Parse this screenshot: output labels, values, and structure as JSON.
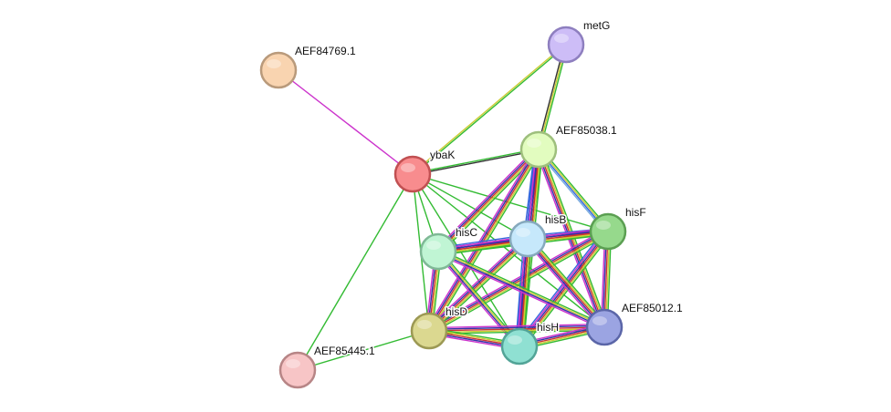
{
  "nodes": [
    {
      "id": "AEF84769.1",
      "label": "AEF84769.1",
      "color": "#f9d4b0",
      "border": "#b99a7b"
    },
    {
      "id": "metG",
      "label": "metG",
      "color": "#cdbdf7",
      "border": "#8e7fbf"
    },
    {
      "id": "ybaK",
      "label": "ybaK",
      "color": "#f88c8e",
      "border": "#c15052"
    },
    {
      "id": "AEF85038.1",
      "label": "AEF85038.1",
      "color": "#e2fcbf",
      "border": "#9ebf7d"
    },
    {
      "id": "hisF",
      "label": "hisF",
      "color": "#96d98c",
      "border": "#5b9f52"
    },
    {
      "id": "hisB",
      "label": "hisB",
      "color": "#c6e8fb",
      "border": "#86a9bd"
    },
    {
      "id": "hisC",
      "label": "hisC",
      "color": "#c0f5d4",
      "border": "#7fb996"
    },
    {
      "id": "AEF85012.1",
      "label": "AEF85012.1",
      "color": "#9ba4e2",
      "border": "#5b66a8"
    },
    {
      "id": "hisD",
      "label": "hisD",
      "color": "#dbd890",
      "border": "#9c9954"
    },
    {
      "id": "hisH",
      "label": "hisH",
      "color": "#8fe0d2",
      "border": "#52a497"
    },
    {
      "id": "AEF85445.1",
      "label": "AEF85445.1",
      "color": "#f7c5c6",
      "border": "#b78586"
    }
  ],
  "edges": [
    {
      "source": "AEF84769.1",
      "target": "ybaK",
      "colors": [
        "#cc33cc"
      ]
    },
    {
      "source": "metG",
      "target": "ybaK",
      "colors": [
        "#33bb33",
        "#cccc33"
      ]
    },
    {
      "source": "metG",
      "target": "AEF85038.1",
      "colors": [
        "#33bb33",
        "#cccc33",
        "#333333"
      ]
    },
    {
      "source": "ybaK",
      "target": "AEF85038.1",
      "colors": [
        "#33bb33",
        "#333333"
      ]
    },
    {
      "source": "ybaK",
      "target": "hisF",
      "colors": [
        "#33bb33"
      ]
    },
    {
      "source": "ybaK",
      "target": "hisB",
      "colors": [
        "#33bb33"
      ]
    },
    {
      "source": "ybaK",
      "target": "hisC",
      "colors": [
        "#33bb33"
      ]
    },
    {
      "source": "ybaK",
      "target": "AEF85012.1",
      "colors": [
        "#33bb33"
      ]
    },
    {
      "source": "ybaK",
      "target": "hisD",
      "colors": [
        "#33bb33"
      ]
    },
    {
      "source": "ybaK",
      "target": "hisH",
      "colors": [
        "#33bb33"
      ]
    },
    {
      "source": "ybaK",
      "target": "AEF85445.1",
      "colors": [
        "#33bb33"
      ]
    },
    {
      "source": "AEF85445.1",
      "target": "hisD",
      "colors": [
        "#33bb33"
      ]
    },
    {
      "source": "AEF85038.1",
      "target": "hisF",
      "colors": [
        "#33bb33",
        "#cccc33",
        "#3366dd",
        "#77aadd"
      ]
    },
    {
      "source": "AEF85038.1",
      "target": "hisB",
      "colors": [
        "#33bb33",
        "#cccc33",
        "#cc3333",
        "#3333aa",
        "#cc33cc",
        "#3366dd"
      ]
    },
    {
      "source": "AEF85038.1",
      "target": "hisC",
      "colors": [
        "#33bb33",
        "#cccc33",
        "#cc3333",
        "#3333aa",
        "#cc33cc"
      ]
    },
    {
      "source": "AEF85038.1",
      "target": "AEF85012.1",
      "colors": [
        "#33bb33",
        "#cccc33",
        "#cc3333",
        "#3333aa",
        "#cc33cc"
      ]
    },
    {
      "source": "AEF85038.1",
      "target": "hisD",
      "colors": [
        "#33bb33",
        "#cccc33",
        "#cc3333",
        "#3333aa",
        "#cc33cc"
      ]
    },
    {
      "source": "AEF85038.1",
      "target": "hisH",
      "colors": [
        "#33bb33",
        "#cccc33",
        "#cc3333",
        "#3333aa",
        "#cc33cc",
        "#3366dd"
      ]
    },
    {
      "source": "hisF",
      "target": "hisB",
      "colors": [
        "#33bb33",
        "#cccc33",
        "#cc3333",
        "#3333aa",
        "#3366dd"
      ]
    },
    {
      "source": "hisF",
      "target": "hisC",
      "colors": [
        "#33bb33",
        "#cccc33",
        "#cc3333",
        "#3333aa",
        "#cc33cc"
      ]
    },
    {
      "source": "hisF",
      "target": "AEF85012.1",
      "colors": [
        "#33bb33",
        "#cccc33",
        "#cc3333",
        "#3333aa",
        "#cc33cc"
      ]
    },
    {
      "source": "hisF",
      "target": "hisD",
      "colors": [
        "#33bb33",
        "#cccc33",
        "#cc3333",
        "#3333aa",
        "#cc33cc"
      ]
    },
    {
      "source": "hisF",
      "target": "hisH",
      "colors": [
        "#33bb33",
        "#cccc33",
        "#cc3333",
        "#3333aa",
        "#cc33cc",
        "#3366dd"
      ]
    },
    {
      "source": "hisB",
      "target": "hisC",
      "colors": [
        "#33bb33",
        "#cccc33",
        "#cc3333",
        "#3333aa",
        "#cc33cc",
        "#3366dd"
      ]
    },
    {
      "source": "hisB",
      "target": "AEF85012.1",
      "colors": [
        "#33bb33",
        "#cccc33",
        "#cc3333",
        "#3333aa",
        "#cc33cc"
      ]
    },
    {
      "source": "hisB",
      "target": "hisD",
      "colors": [
        "#33bb33",
        "#cccc33",
        "#cc3333",
        "#3333aa",
        "#cc33cc"
      ]
    },
    {
      "source": "hisB",
      "target": "hisH",
      "colors": [
        "#33bb33",
        "#cccc33",
        "#cc3333",
        "#3333aa",
        "#cc33cc",
        "#3366dd"
      ]
    },
    {
      "source": "hisC",
      "target": "AEF85012.1",
      "colors": [
        "#33bb33",
        "#cccc33",
        "#3333aa",
        "#cc33cc"
      ]
    },
    {
      "source": "hisC",
      "target": "hisD",
      "colors": [
        "#33bb33",
        "#cccc33",
        "#cc3333",
        "#3333aa",
        "#cc33cc"
      ]
    },
    {
      "source": "hisC",
      "target": "hisH",
      "colors": [
        "#33bb33",
        "#cccc33",
        "#3333aa",
        "#cc33cc"
      ]
    },
    {
      "source": "AEF85012.1",
      "target": "hisD",
      "colors": [
        "#33bb33",
        "#cccc33",
        "#cc3333",
        "#3333aa",
        "#cc33cc"
      ]
    },
    {
      "source": "AEF85012.1",
      "target": "hisH",
      "colors": [
        "#33bb33",
        "#cccc33",
        "#cc3333",
        "#3333aa",
        "#cc33cc"
      ]
    },
    {
      "source": "hisD",
      "target": "hisH",
      "colors": [
        "#33bb33",
        "#cccc33",
        "#cc3333",
        "#3333aa",
        "#cc33cc"
      ]
    }
  ]
}
